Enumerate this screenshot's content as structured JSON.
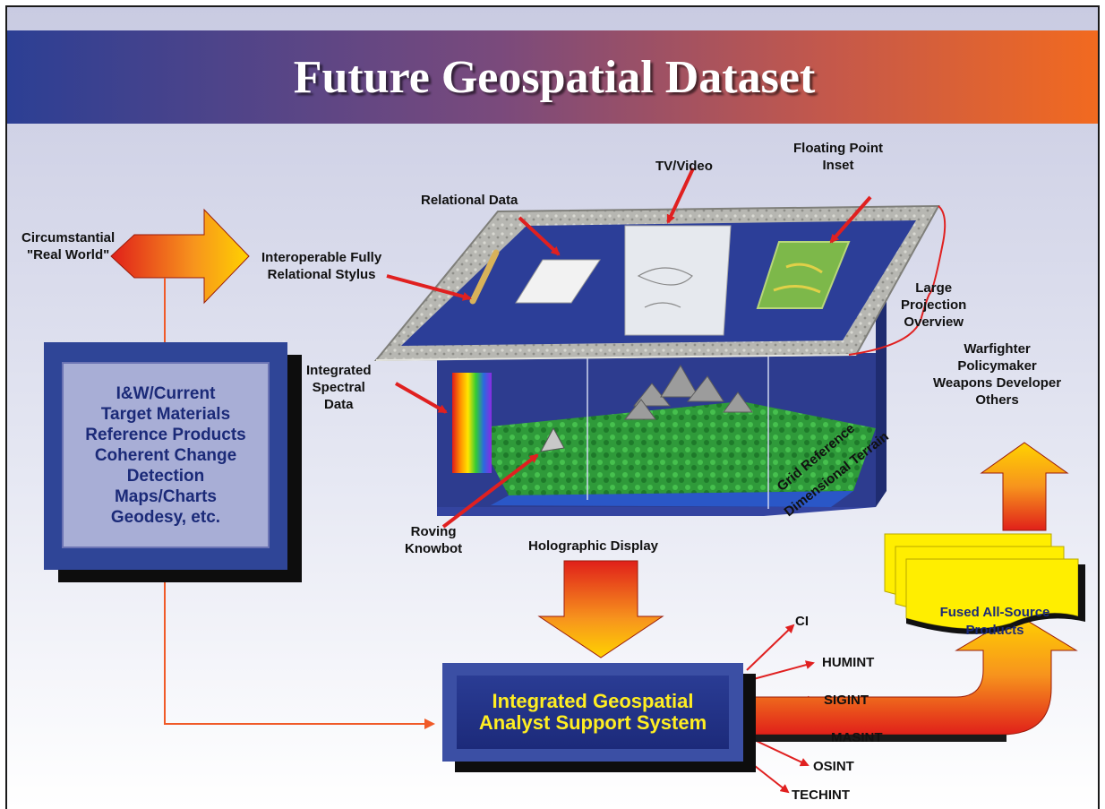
{
  "title": "Future Geospatial Dataset",
  "labels": {
    "circumstantial": "Circumstantial\n\"Real World\"",
    "stylus": "Interoperable Fully\nRelational Stylus",
    "relational_data": "Relational Data",
    "tv_video": "TV/Video",
    "floating_point": "Floating Point\nInset",
    "large_projection": "Large\nProjection\nOverview",
    "integrated_spectral": "Integrated\nSpectral\nData",
    "roving_knowbot": "Roving\nKnowbot",
    "holographic_display": "Holographic Display",
    "grid_reference": "Grid Reference",
    "dimensional_terrain": "Dimensional Terrain",
    "users": "Warfighter\nPolicymaker\nWeapons Developer\nOthers"
  },
  "source_box": "I&W/Current\nTarget Materials\nReference Products\nCoherent Change\nDetection\nMaps/Charts\nGeodesy, etc.",
  "system_box": "Integrated Geospatial\nAnalyst Support System",
  "products_box": "Fused All-Source\nProducts",
  "int_outputs": [
    "CI",
    "HUMINT",
    "SIGINT",
    "MASINT",
    "OSINT",
    "TECHINT"
  ],
  "colors": {
    "banner_start": "#2c3f94",
    "banner_end": "#f26a1f",
    "box_blue": "#2f4597",
    "system_text": "#ffee22",
    "arrow_red": "#e02020",
    "connector_orange": "#f05a28",
    "products_yellow": "#ffee00"
  }
}
